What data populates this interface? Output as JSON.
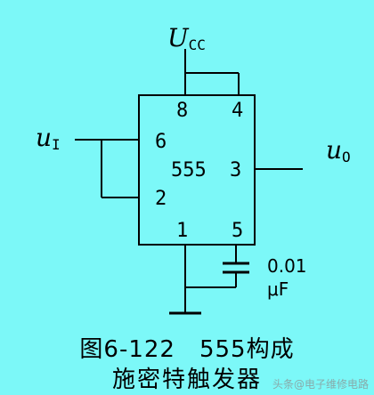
{
  "diagram": {
    "ucc_main": "U",
    "ucc_sub": "CC",
    "ui_main": "u",
    "ui_sub": "I",
    "uo_main": "u",
    "uo_sub": "O",
    "chip_label": "555",
    "pins": {
      "p8": "8",
      "p4": "4",
      "p6": "6",
      "p3": "3",
      "p2": "2",
      "p1": "1",
      "p5": "5"
    },
    "capacitor_value": "0.01",
    "capacitor_unit": "μF"
  },
  "caption": {
    "line1": "图6-122　555构成",
    "line2": "施密特触发器"
  },
  "watermark": "头条@电子维修电路"
}
